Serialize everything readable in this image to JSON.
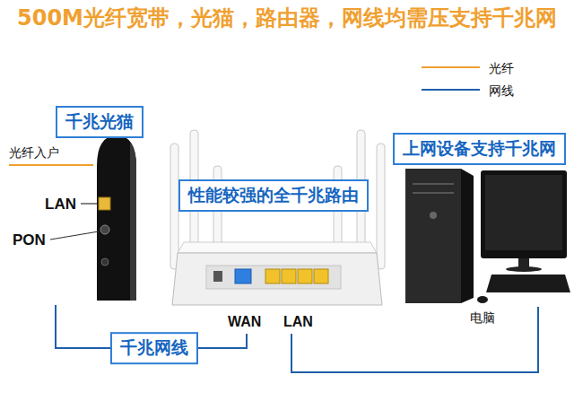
{
  "diagram": {
    "title": "500M光纤宽带，光猫，路由器，网线均需压支持千兆网",
    "nodes": [
      {
        "text": [
          "千兆光猫"
        ]
      },
      {
        "text": [
          "性能较强的全千兆路由"
        ]
      },
      {
        "text": [
          "上网设备支持千兆网"
        ]
      }
    ],
    "edges": [
      {
        "from": 0,
        "to": 1,
        "arrow": "none",
        "label": "千兆网线"
      },
      {
        "from": 1,
        "to": 2,
        "arrow": "none"
      }
    ],
    "labels": [
      "光纤入户",
      "LAN",
      "PON",
      "WAN",
      "LAN",
      "电脑"
    ],
    "legend": [
      {
        "text": "光纤"
      },
      {
        "text": "网线"
      }
    ]
  }
}
